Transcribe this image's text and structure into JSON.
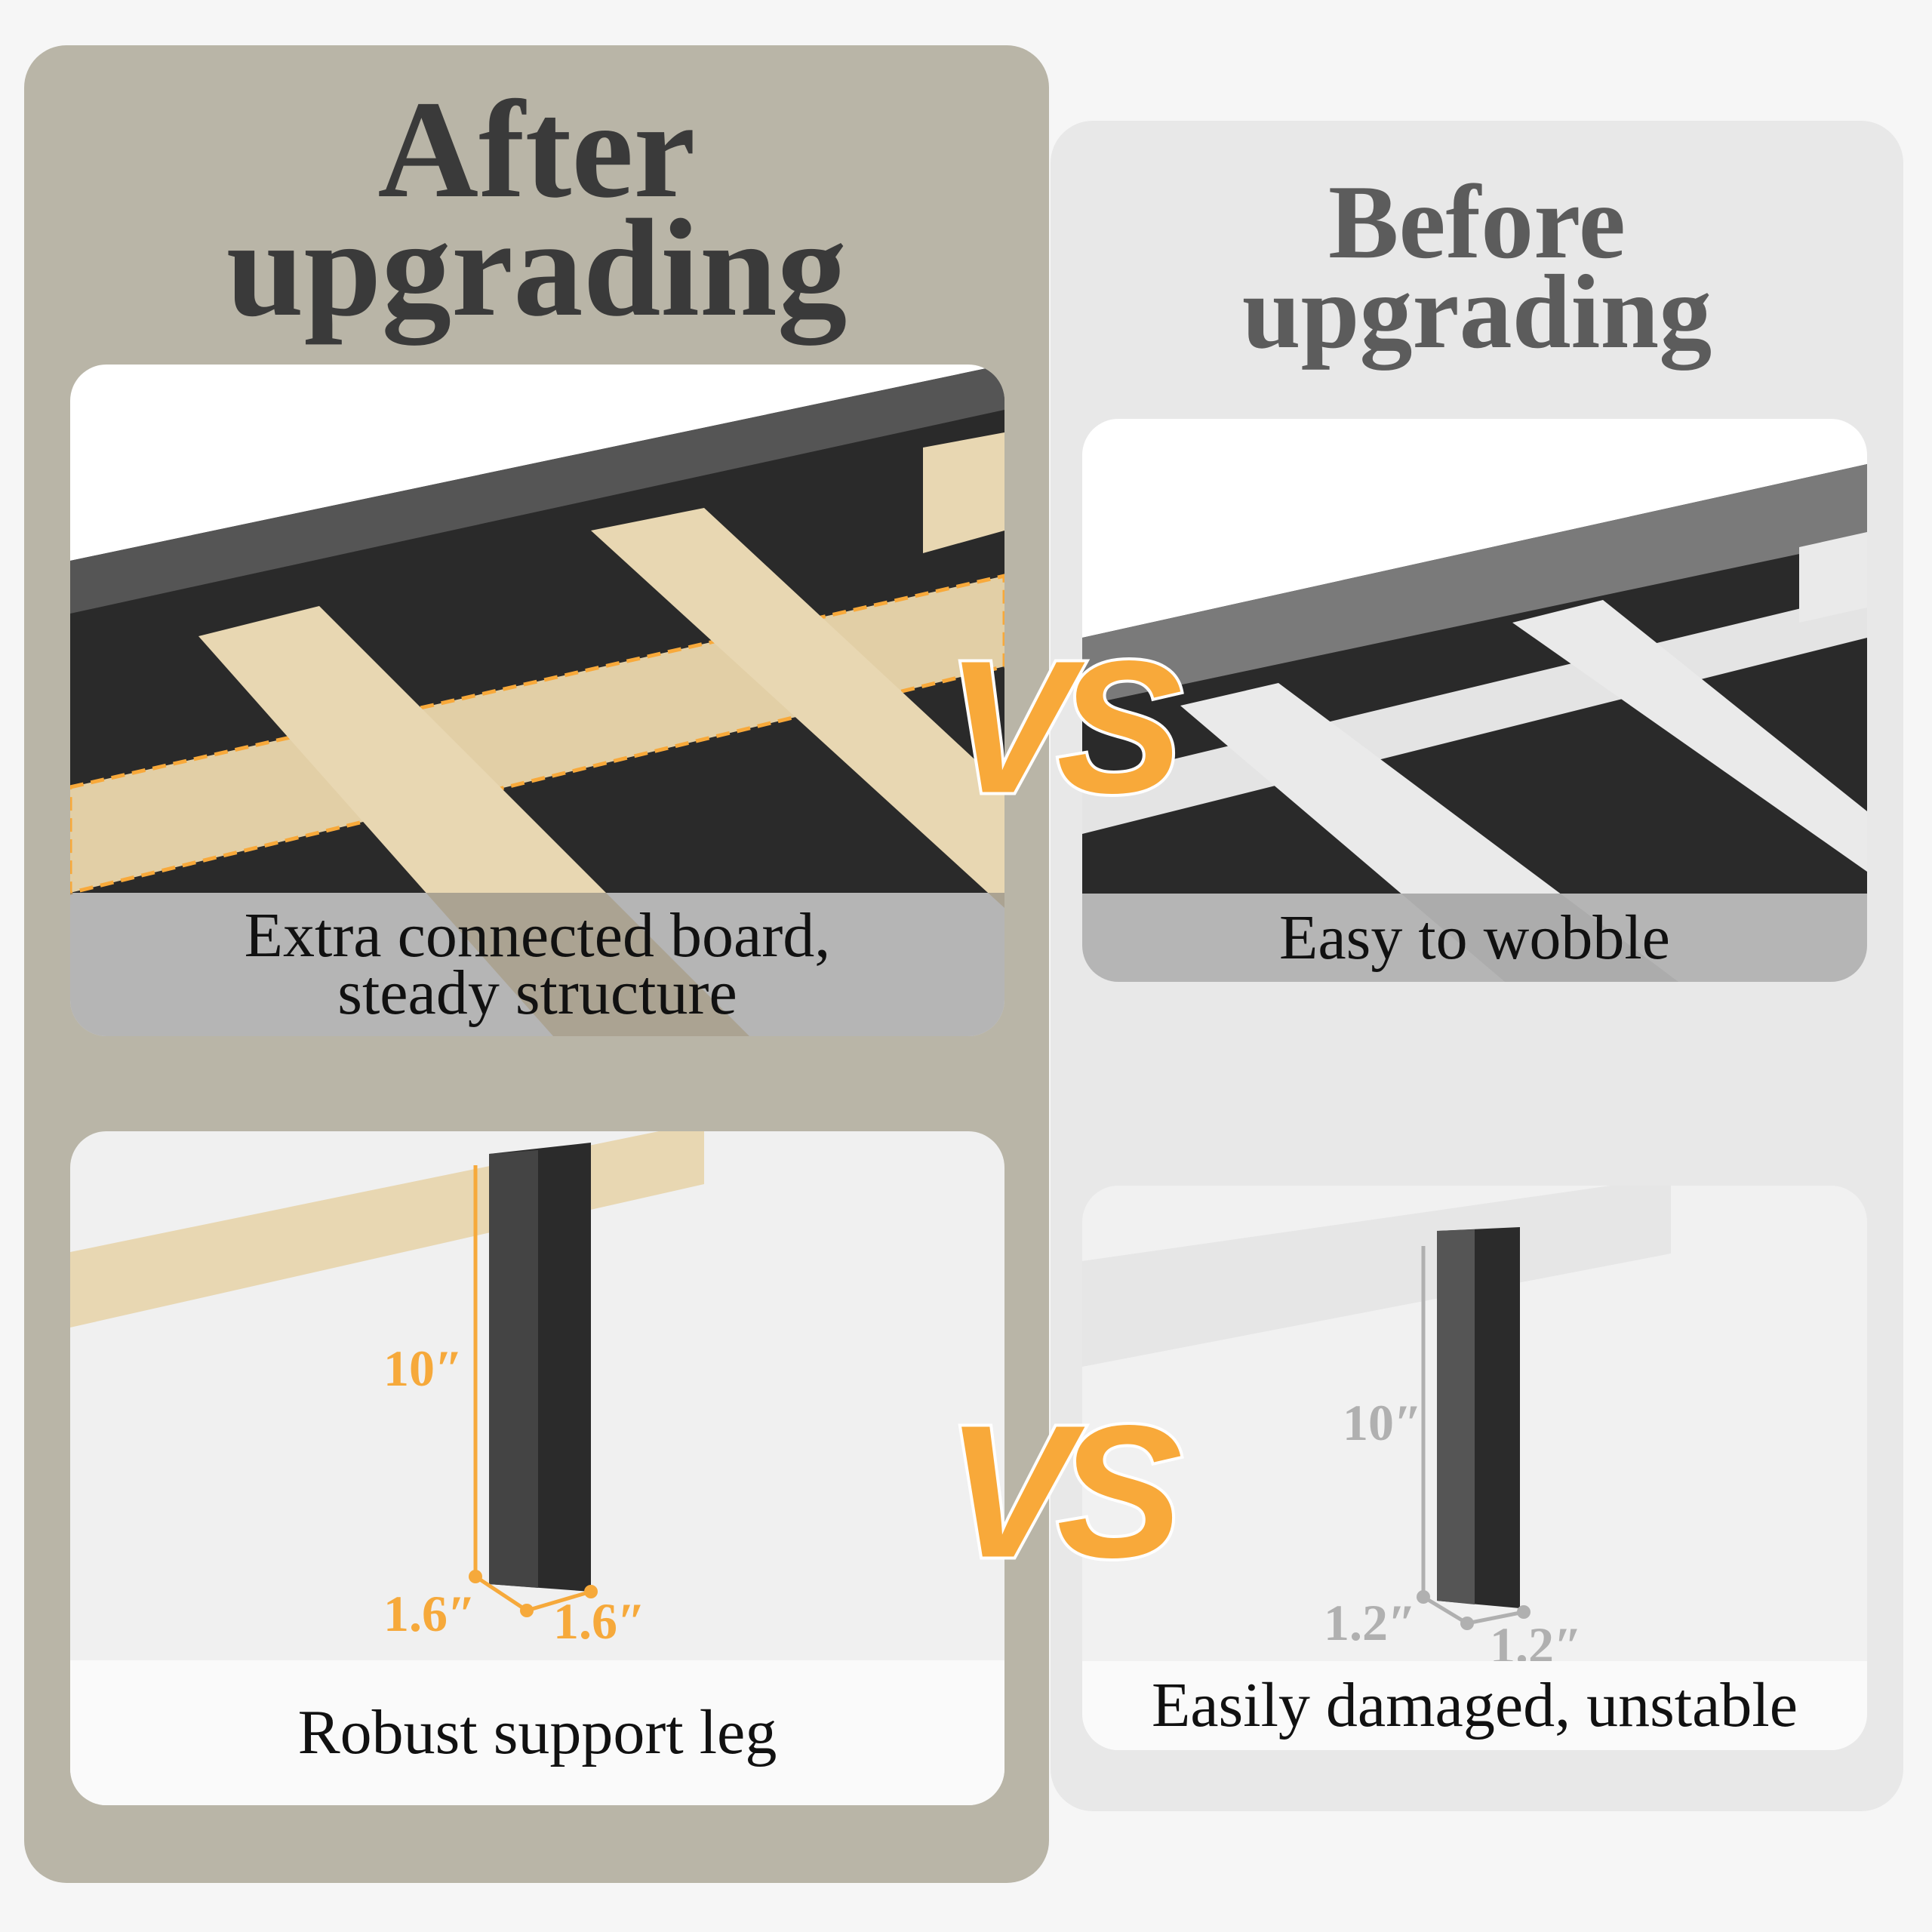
{
  "after": {
    "title_line1": "After",
    "title_line2": "upgrading",
    "slat_caption_line1": "Extra connected board,",
    "slat_caption_line2": "steady structure",
    "leg_caption": "Robust support leg",
    "leg_height": "10″",
    "leg_width": "1.6″",
    "leg_depth": "1.6″"
  },
  "before": {
    "title_line1": "Before",
    "title_line2": "upgrading",
    "slat_caption": "Easy to wobble",
    "leg_caption": "Easily damaged, unstable",
    "leg_height": "10″",
    "leg_width": "1.2″",
    "leg_depth": "1.2″"
  },
  "vs_label": "VS",
  "colors": {
    "accent": "#f8a93a",
    "after_panel": "#b9b5a7",
    "before_panel": "#e8e8e8"
  }
}
